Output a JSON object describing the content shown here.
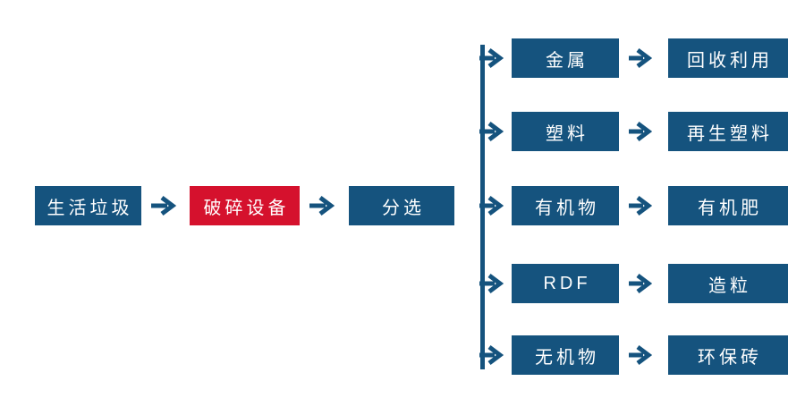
{
  "colors": {
    "primary": "#15537E",
    "accent": "#D5112D",
    "text": "#FFFFFF",
    "background": "#FFFFFF"
  },
  "icons": {
    "arrow": "right-arrow"
  },
  "main_flow": {
    "source": "生活垃圾",
    "process": "破碎设备",
    "sorter": "分选"
  },
  "branches": [
    {
      "category": "金属",
      "output": "回收利用"
    },
    {
      "category": "塑料",
      "output": "再生塑料"
    },
    {
      "category": "有机物",
      "output": "有机肥"
    },
    {
      "category": "RDF",
      "output": "造粒"
    },
    {
      "category": "无机物",
      "output": "环保砖"
    }
  ]
}
